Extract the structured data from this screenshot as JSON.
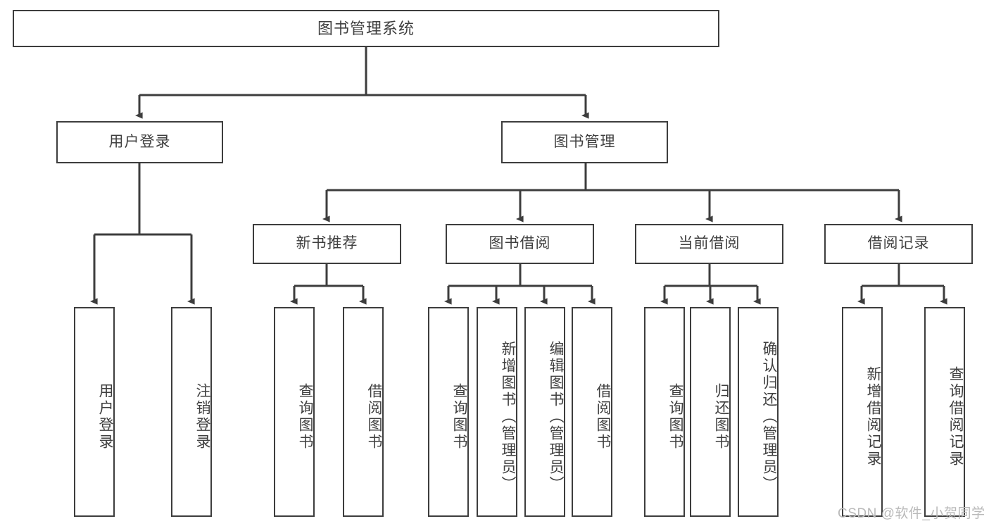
{
  "diagram": {
    "title": "图书管理系统",
    "type": "hierarchy-tree",
    "watermark": "CSDN @软件_小贺同学",
    "colors": {
      "box_border": "#3d3d3d",
      "box_fill": "#ffffff",
      "line": "#3d3d3d",
      "text": "#3f3f3f",
      "watermark": "#b9b9b9",
      "background": "#ffffff"
    },
    "root": {
      "label": "图书管理系统"
    },
    "level2": [
      {
        "label": "用户登录"
      },
      {
        "label": "图书管理"
      }
    ],
    "level3": [
      {
        "label": "新书推荐"
      },
      {
        "label": "图书借阅"
      },
      {
        "label": "当前借阅"
      },
      {
        "label": "借阅记录"
      }
    ],
    "leaves": {
      "user_login": [
        {
          "label": "用户登录"
        },
        {
          "label": "注销登录"
        }
      ],
      "new_book_recommend": [
        {
          "label": "查询图书"
        },
        {
          "label": "借阅图书"
        }
      ],
      "book_borrow": [
        {
          "label": "查询图书"
        },
        {
          "label": "新增图书（管理员）"
        },
        {
          "label": "编辑图书（管理员）"
        },
        {
          "label": "借阅图书"
        }
      ],
      "current_borrow": [
        {
          "label": "查询图书"
        },
        {
          "label": "归还图书"
        },
        {
          "label": "确认归还（管理员）"
        }
      ],
      "borrow_record": [
        {
          "label": "新增借阅记录"
        },
        {
          "label": "查询借阅记录"
        }
      ]
    }
  }
}
